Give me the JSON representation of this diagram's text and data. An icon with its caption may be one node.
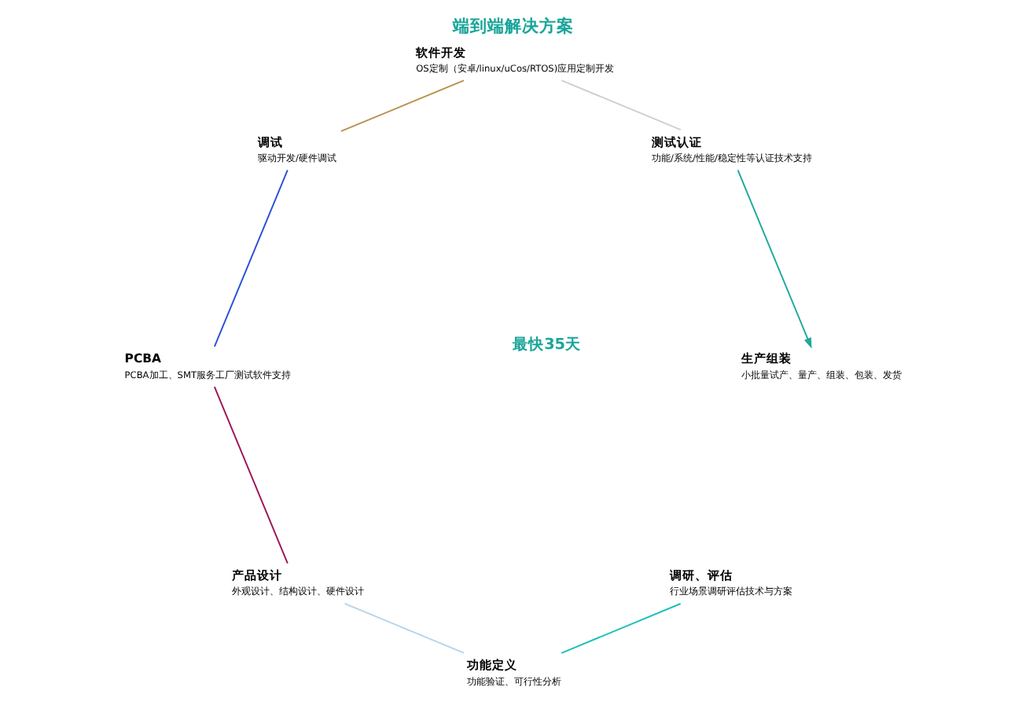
{
  "diagram": {
    "title": "端到端解决方案",
    "nodes": [
      {
        "text": [
          "调研、评估",
          "行业场景调研评估技术与方案"
        ]
      },
      {
        "text": [
          "功能定义",
          "功能验证、可行性分析"
        ]
      },
      {
        "text": [
          "产品设计",
          "外观设计、结构设计、硬件设计"
        ]
      },
      {
        "text": [
          "PCBA",
          "PCBA加工、SMT服务工厂测试软件支持"
        ]
      },
      {
        "text": [
          "调试",
          "驱动开发/硬件调试"
        ]
      },
      {
        "text": [
          "软件开发",
          "OS定制（安卓/linux/uCos/RTOS)应用定制开发"
        ]
      },
      {
        "text": [
          "测试认证",
          "功能/系统/性能/稳定性等认证技术支持"
        ]
      },
      {
        "text": [
          "生产组装",
          "小批量试产、量产、组装、包装、发货"
        ]
      }
    ],
    "edges": [
      {
        "from": 0,
        "to": 1,
        "arrow": "none",
        "color": "#1fbfb8"
      },
      {
        "from": 1,
        "to": 2,
        "arrow": "none",
        "color": "#b8d4e8"
      },
      {
        "from": 2,
        "to": 3,
        "arrow": "none",
        "color": "#9c1458"
      },
      {
        "from": 3,
        "to": 4,
        "arrow": "none",
        "color": "#2a4fd6"
      },
      {
        "from": 4,
        "to": 5,
        "arrow": "none",
        "color": "#b8924a"
      },
      {
        "from": 5,
        "to": 6,
        "arrow": "none",
        "color": "#cfcfcf"
      },
      {
        "from": 6,
        "to": 7,
        "arrow": "to",
        "color": "#1fa89c"
      }
    ],
    "labels": [
      "最快35天"
    ]
  }
}
